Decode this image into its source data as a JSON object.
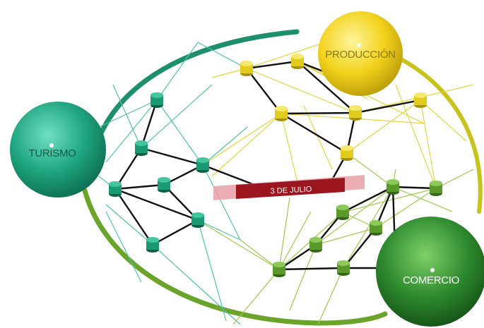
{
  "hubs": {
    "turismo": {
      "label": "TURISMO",
      "color": "#1fa57f",
      "text_color": "#0f5d46"
    },
    "produccion": {
      "label": "PRODUCCIÓN",
      "color": "#f2d21c",
      "text_color": "#8c7a12"
    },
    "comercio": {
      "label": "COMERCIO",
      "color": "#2e8a2e",
      "text_color": "#ffffff"
    }
  },
  "banner": {
    "label": "3 DE JULIO",
    "color": "#9c1620"
  },
  "colors": {
    "teal_node": "#1a9a72",
    "yellow_node": "#e0cb1e",
    "green_node": "#5a9a2a",
    "teal_link": "#4fc4a8",
    "yellow_link": "#e6d63c",
    "green_link": "#9ccb4a",
    "black_link": "#111111",
    "ring_teal": "#1d8f6d",
    "ring_yellow": "#c8c21c",
    "ring_green": "#6aa42a"
  }
}
